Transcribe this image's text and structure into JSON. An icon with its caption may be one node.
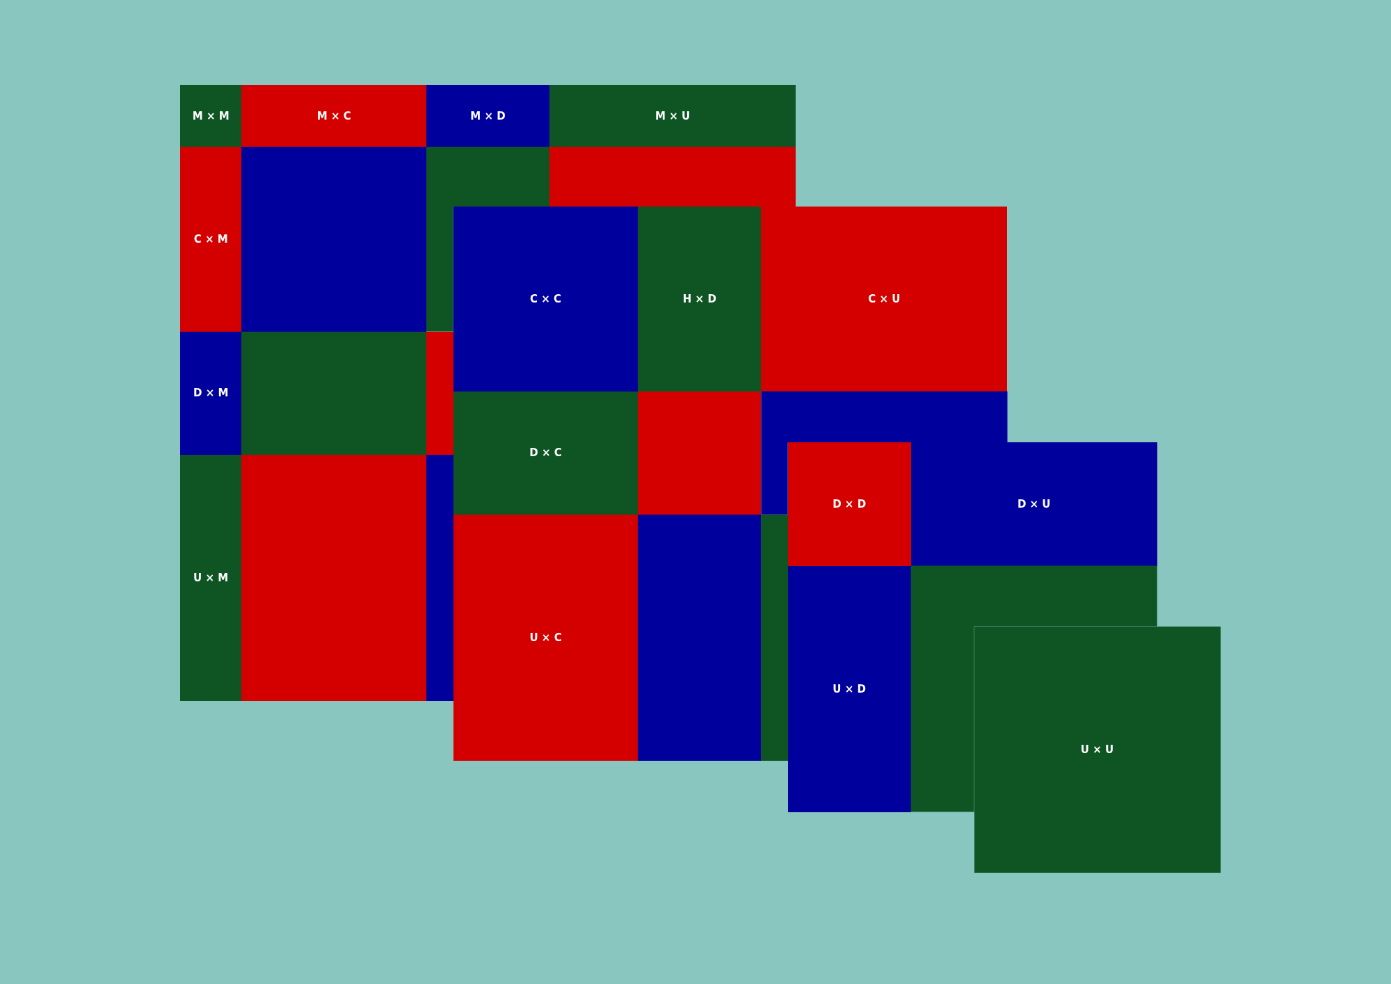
{
  "diagram": {
    "nodes": [
      {
        "text": [
          "M × M"
        ]
      },
      {
        "text": [
          "M × C"
        ]
      },
      {
        "text": [
          "M × D"
        ]
      },
      {
        "text": [
          "M × U"
        ]
      },
      {
        "text": [
          "C × M"
        ]
      },
      {
        "text": [],
        "shape": "box"
      },
      {
        "text": [],
        "shape": "box"
      },
      {
        "text": [],
        "shape": "box"
      },
      {
        "text": [
          "D × M"
        ]
      },
      {
        "text": [],
        "shape": "box"
      },
      {
        "text": [],
        "shape": "box"
      },
      {
        "text": [
          "U × M"
        ]
      },
      {
        "text": [],
        "shape": "box"
      },
      {
        "text": [],
        "shape": "box"
      },
      {
        "text": [
          "C × C"
        ]
      },
      {
        "text": [
          "H × D"
        ]
      },
      {
        "text": [
          "C × U"
        ]
      },
      {
        "text": [
          "D × C"
        ]
      },
      {
        "text": [],
        "shape": "box"
      },
      {
        "text": [],
        "shape": "box"
      },
      {
        "text": [
          "U × C"
        ]
      },
      {
        "text": [],
        "shape": "box"
      },
      {
        "text": [],
        "shape": "box"
      },
      {
        "text": [
          "D × D"
        ]
      },
      {
        "text": [
          "D × U"
        ]
      },
      {
        "text": [
          "U × D"
        ]
      },
      {
        "text": [],
        "shape": "box"
      },
      {
        "text": [
          "U × U"
        ]
      }
    ]
  }
}
